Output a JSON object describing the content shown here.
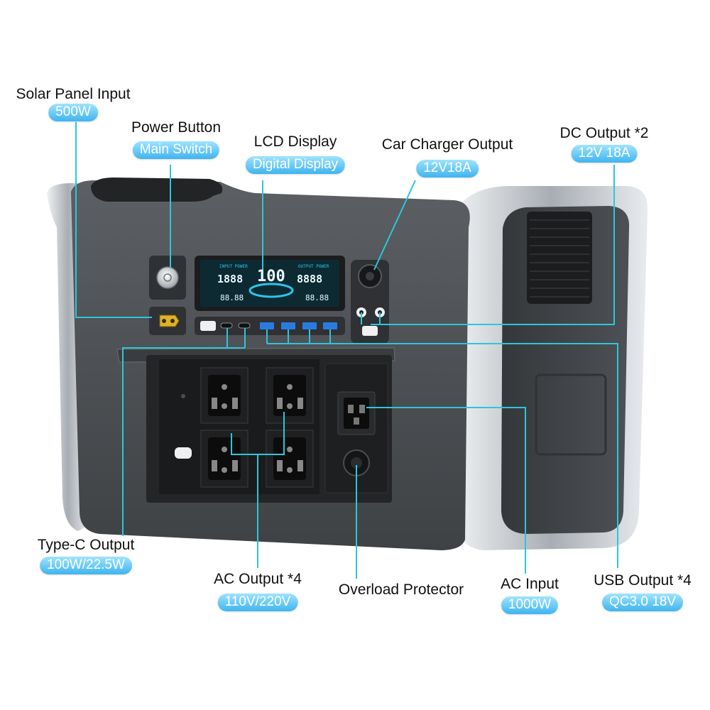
{
  "callouts": [
    {
      "label": "Solar Panel Input",
      "value": "500W"
    },
    {
      "label": "Power Button",
      "value": "Main Switch"
    },
    {
      "label": "LCD Display",
      "value": "Digital Display"
    },
    {
      "label": "Car Charger Output",
      "value": "12V18A"
    },
    {
      "label": "DC Output *2",
      "value": "12V 18A"
    },
    {
      "label": "Type-C Output",
      "value": "100W/22.5W"
    },
    {
      "label": "AC Output *4",
      "value": "110V/220V"
    },
    {
      "label": "Overload Protector",
      "value": ""
    },
    {
      "label": "AC Input",
      "value": "1000W"
    },
    {
      "label": "USB Output *4",
      "value": "QC3.0 18V"
    }
  ],
  "lcd": {
    "input_label": "INPUT POWER",
    "output_label": "OUTPUT POWER",
    "percent": "100",
    "input_value": "1888",
    "output_value": "8888",
    "small_left": "88.88",
    "small_right": "88.88"
  },
  "colors": {
    "callout_line": "#2cc6dc",
    "pill": "#5cc3f2",
    "lcd_accent": "#29c6e8",
    "body": "#4a4d50",
    "frame": "#c7ccd1"
  }
}
